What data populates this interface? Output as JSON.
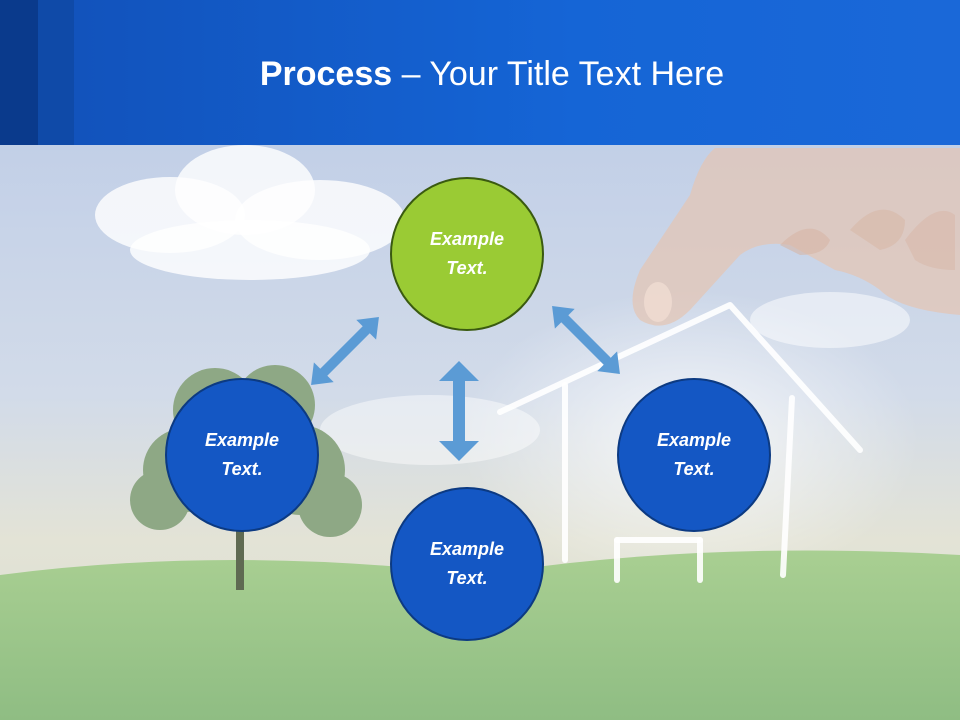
{
  "slide": {
    "title_bold": "Process",
    "title_rest": " – Your Title Text Here"
  },
  "nodes": {
    "top": {
      "line1": "Example",
      "line2": "Text.",
      "color": "#9acb34"
    },
    "left": {
      "line1": "Example",
      "line2": "Text.",
      "color": "#1457c4"
    },
    "right": {
      "line1": "Example",
      "line2": "Text.",
      "color": "#1457c4"
    },
    "bottom": {
      "line1": "Example",
      "line2": "Text.",
      "color": "#1457c4"
    }
  },
  "colors": {
    "header": "#1565d6",
    "arrow": "#5b9bd5"
  },
  "icons": [
    "double-arrow-icon",
    "tree-icon",
    "house-outline-icon",
    "hand-icon",
    "cloud-icon"
  ]
}
